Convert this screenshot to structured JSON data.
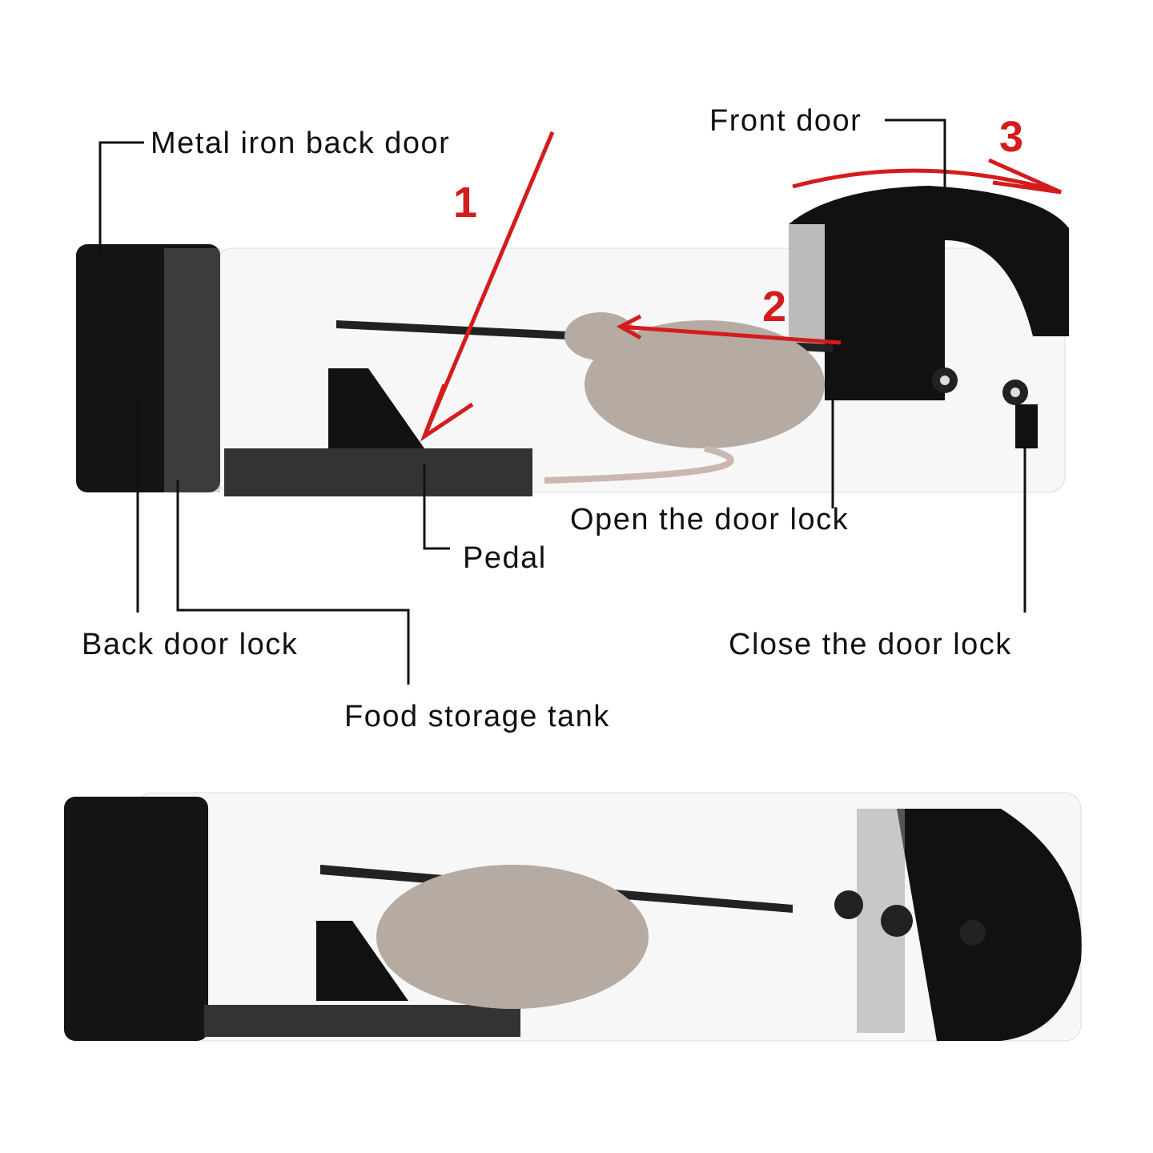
{
  "diagram": {
    "labels": {
      "metal_back_door": "Metal iron back door",
      "front_door": "Front door",
      "open_lock": "Open the door lock",
      "pedal": "Pedal",
      "back_lock": "Back door lock",
      "close_lock": "Close the door lock",
      "food_tank": "Food storage tank"
    },
    "steps": [
      "1",
      "2",
      "3"
    ],
    "colors": {
      "accent": "#d41c1c",
      "trap_body": "#111111",
      "mouse": "#b5aba3"
    }
  }
}
